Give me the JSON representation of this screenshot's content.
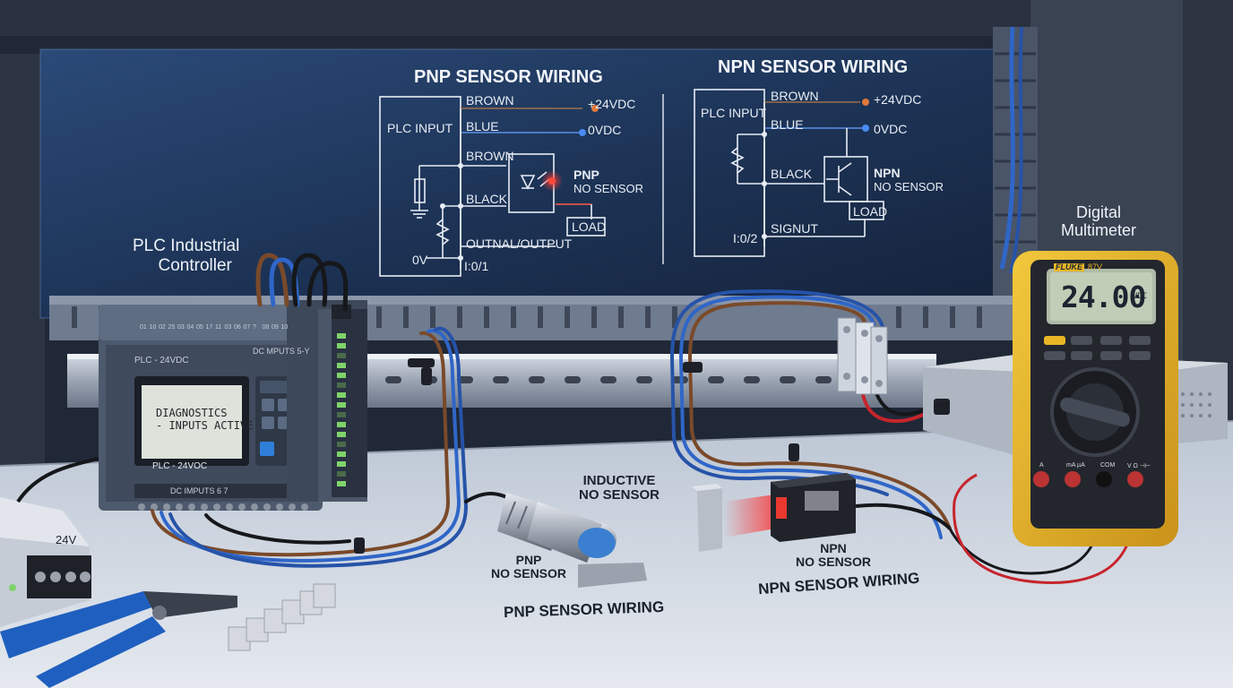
{
  "pnp_schematic": {
    "title": "PNP SENSOR WIRING",
    "brown_top": "BROWN",
    "plus_24": "+24VDC",
    "plc_input": "PLC INPUT",
    "blue": "BLUE",
    "zero_vdc": "0VDC",
    "brown_mid": "BROWN",
    "pnp": "PNP",
    "no_sensor": "NO SENSOR",
    "black": "BLACK",
    "load": "LOAD",
    "output": "OUTNAL/OUTPUT",
    "zero_v": "0V",
    "address": "I:0/1"
  },
  "npn_schematic": {
    "title": "NPN SENSOR WIRING",
    "brown": "BROWN",
    "plus_24": "+24VDC",
    "plc_input": "PLC INPUT",
    "blue": "BLUE",
    "zero_vdc": "0VDC",
    "black": "BLACK",
    "npn": "NPN",
    "no_sensor": "NO SENSOR",
    "load": "LOAD",
    "address": "I:0/2",
    "signal": "SIGNUT"
  },
  "plc": {
    "caption_line1": "PLC Industrial",
    "caption_line2": "Controller",
    "model_top": "PLC - 24VDC",
    "inputs_top": "DC MPUTS 5-Y",
    "display_line1": "DIAGNOSTICS",
    "display_line2": "- INPUTS ACTIVE",
    "model_bottom": "PLC - 24VOC",
    "inputs_bottom": "DC IMPUTS 6 7",
    "terminal_numbers": [
      "01",
      "10",
      "02",
      "25",
      "03",
      "04",
      "05",
      "17",
      "11",
      "03",
      "06",
      "07",
      "?",
      "08",
      "09",
      "10"
    ]
  },
  "multimeter": {
    "caption_line1": "Digital",
    "caption_line2": "Multimeter",
    "brand": "FLUKE",
    "model": "87V",
    "reading": "24.00",
    "unit": "VDC",
    "jack_labels": [
      "A",
      "mA µA",
      "COM",
      "V Ω ⊣⊢"
    ]
  },
  "desk_labels": {
    "inductive_line1": "INDUCTIVE",
    "inductive_line2": "NO SENSOR",
    "pnp_line1": "PNP",
    "pnp_line2": "NO SENSOR",
    "npn_line1": "NPN",
    "npn_line2": "NO SENSOR",
    "pnp_wiring": "PNP SENSOR WIRING",
    "npn_wiring": "NPN SENSOR WIRING"
  },
  "power_supply": {
    "label": "24V"
  },
  "colors": {
    "panel": "#1f3556",
    "brown_wire": "#7a4a2a",
    "blue_wire": "#2f66c8",
    "black_wire": "#15171a",
    "red_wire": "#c7242c",
    "sensor_cap": "#3a7fd0",
    "meter_yellow": "#e8b626",
    "led_green": "#7fd36a"
  }
}
